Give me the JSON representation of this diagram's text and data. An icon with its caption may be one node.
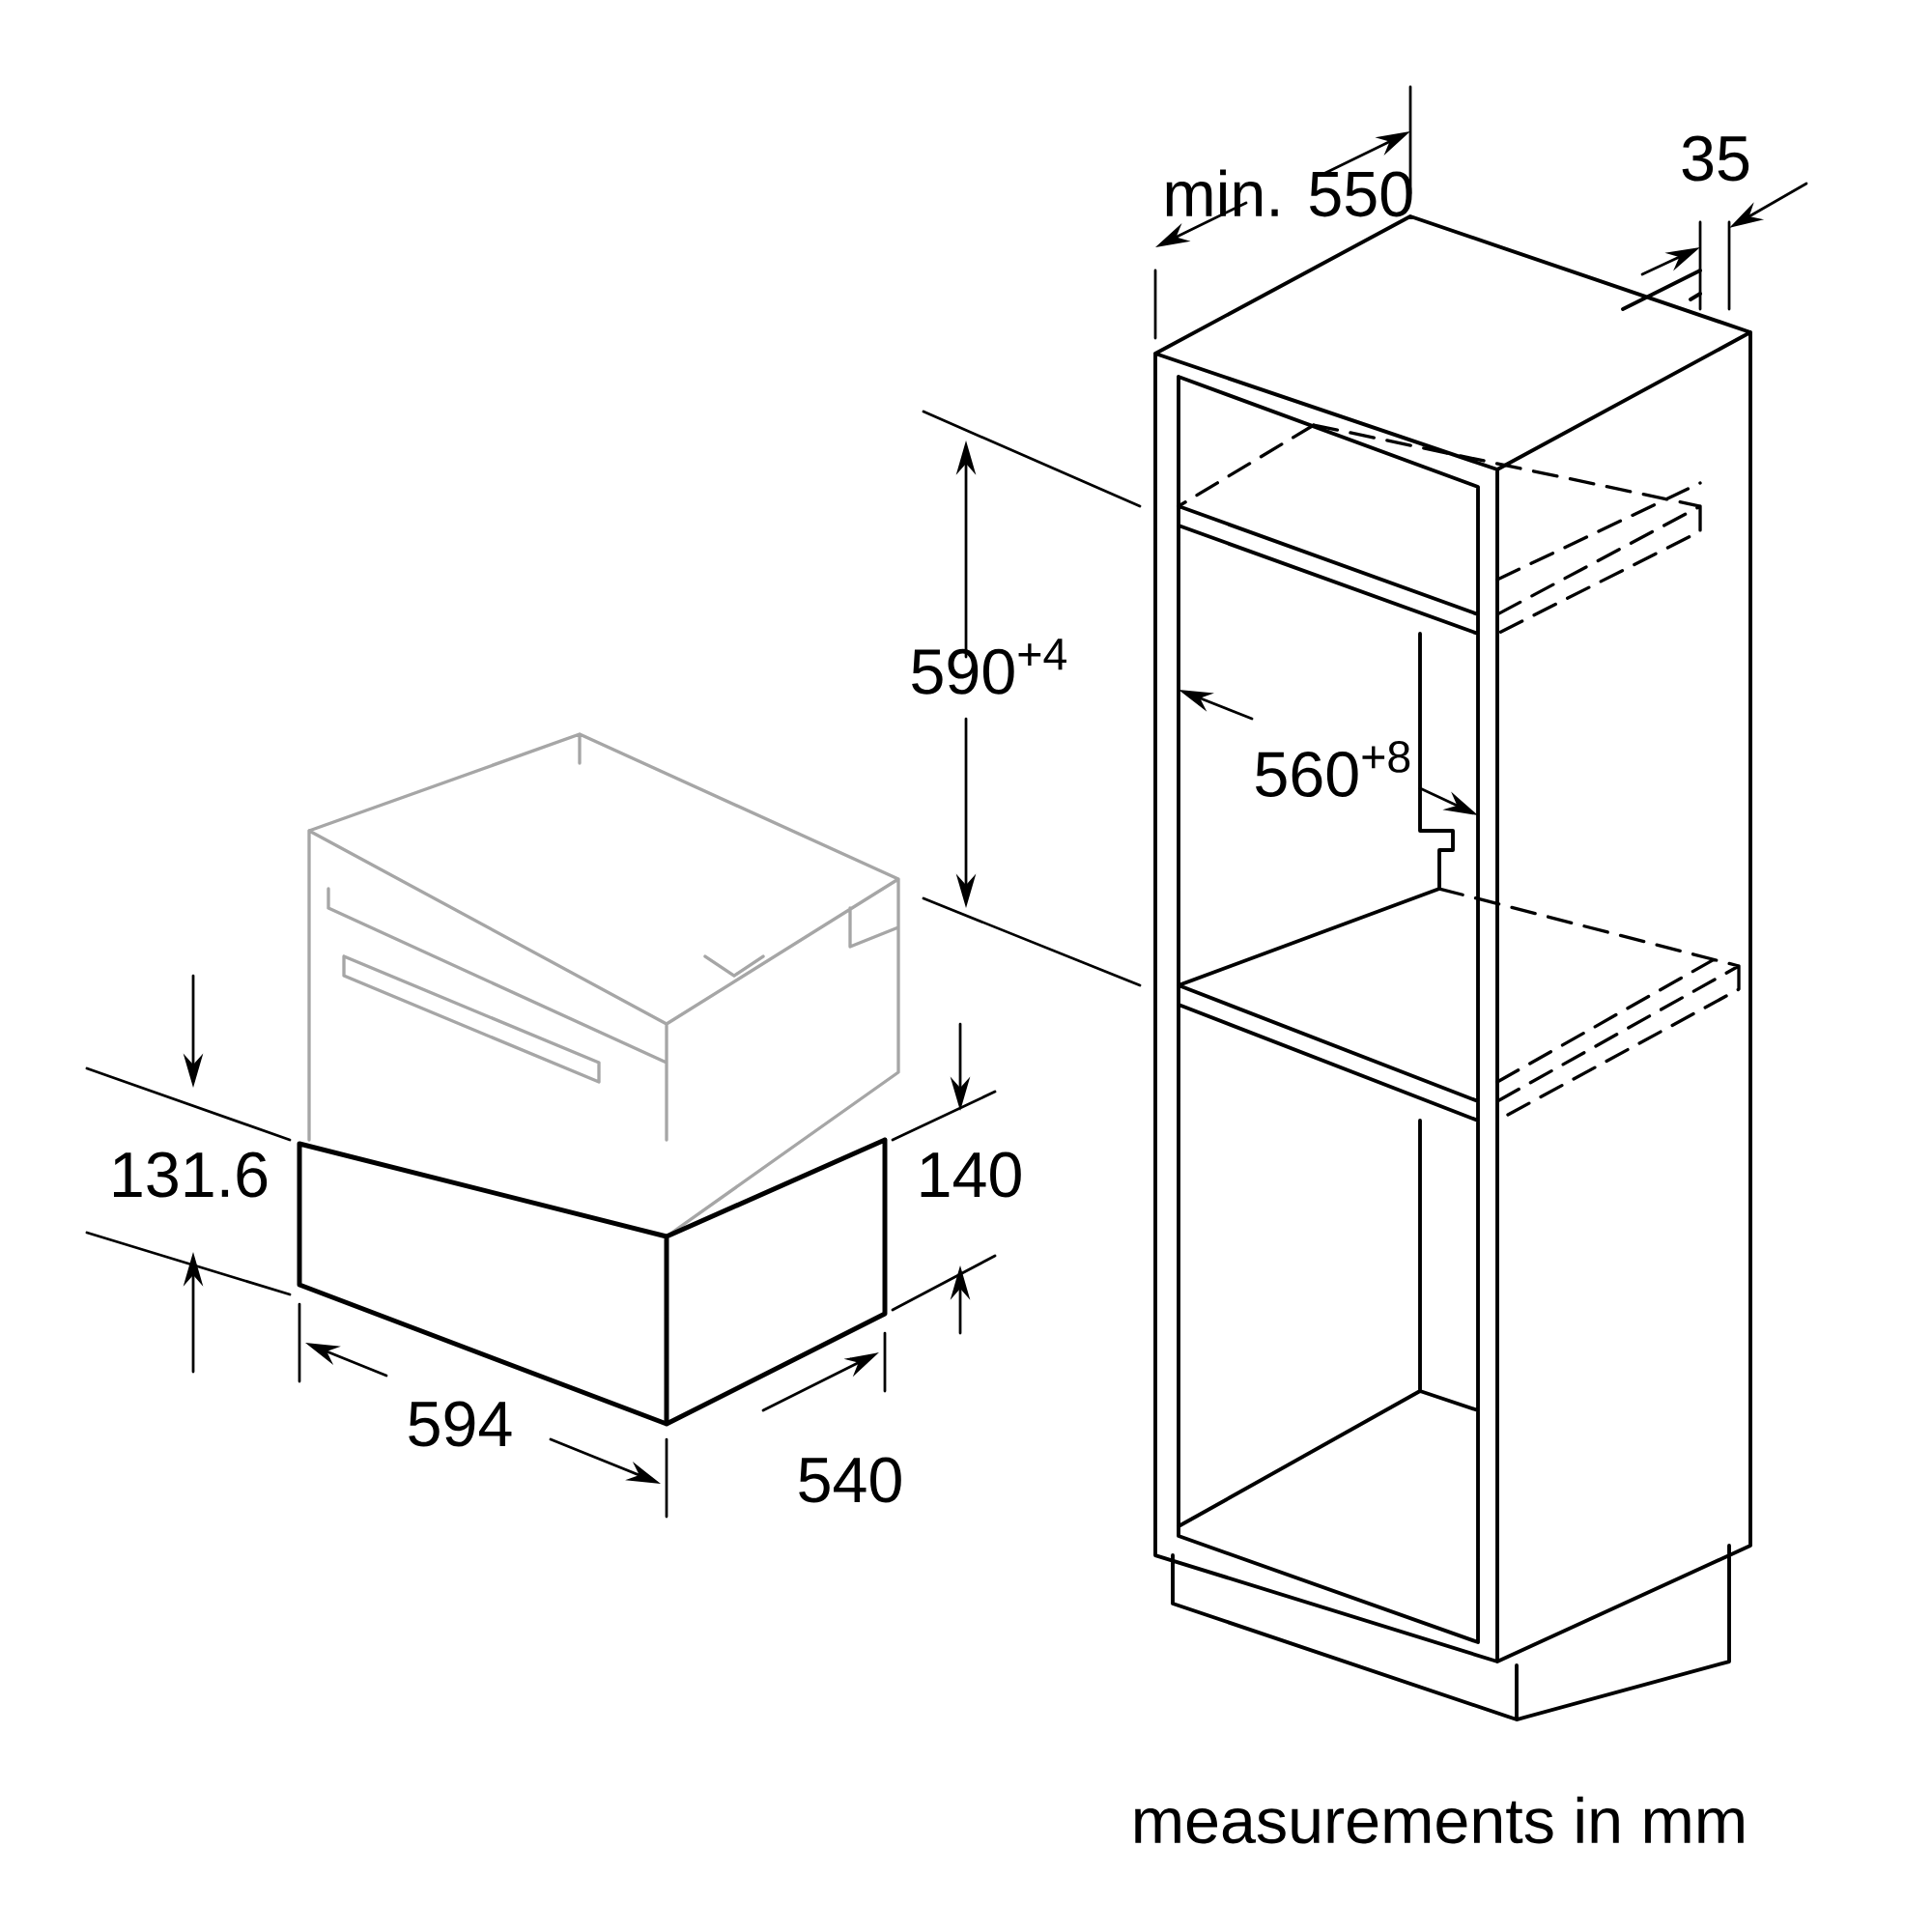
{
  "diagram": {
    "labels": [
      "min. 550",
      "35",
      "590$^{+4}$",
      "560$^{+8}$",
      "131.6",
      "140",
      "594",
      "540",
      "measurements in mm"
    ]
  }
}
